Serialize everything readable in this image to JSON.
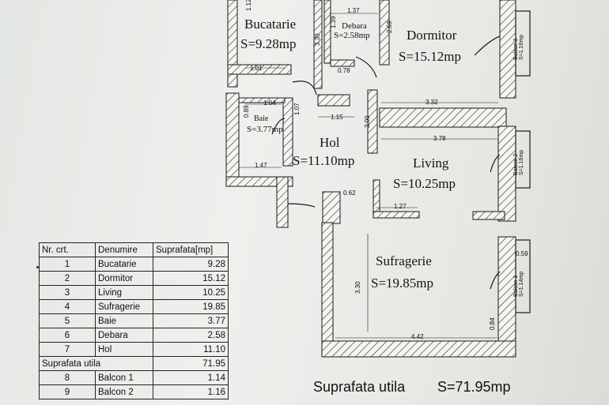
{
  "rooms": [
    {
      "name": "Bucatarie",
      "area": "S=9.28mp"
    },
    {
      "name": "Debara",
      "area": "S=2.58mp"
    },
    {
      "name": "Dormitor",
      "area": "S=15.12mp"
    },
    {
      "name": "Baie",
      "area": "S=3.77mp"
    },
    {
      "name": "Hol",
      "area": "S=11.10mp"
    },
    {
      "name": "Living",
      "area": "S=10.25mp"
    },
    {
      "name": "Sufragerie",
      "area": "S=19.85mp"
    }
  ],
  "balconies": [
    {
      "name": "Balcon 3",
      "area": "S=1.16mp"
    },
    {
      "name": "Balcon 2",
      "area": "S=1.16mp"
    },
    {
      "name": "Balcon 1",
      "area": "S=1.14mp"
    }
  ],
  "dimensions": {
    "d1_12": "1.12",
    "d1_37": "1.37",
    "d1_39": "1.39",
    "d3_30a": "3.30",
    "d2_69": "2.69",
    "d1_01": "1.01",
    "d0_78": "0.78",
    "d1_04": "1.04",
    "d0_89": "0.89",
    "d1_07": "1.07",
    "d1_15": "1.15",
    "d3_32": "3.32",
    "d2_00": "2.00",
    "d3_78": "3.78",
    "d1_47": "1.47",
    "d0_62": "0.62",
    "d1_27": "1.27",
    "d0_59": "0.59",
    "d3_30b": "3.30",
    "d0_84": "0.84",
    "d4_42": "4.42"
  },
  "table": {
    "headers": [
      "Nr. crt.",
      "Denumire",
      "Suprafata[mp]"
    ],
    "rows": [
      {
        "nr": "1",
        "name": "Bucatarie",
        "area": "9.28"
      },
      {
        "nr": "2",
        "name": "Dormitor",
        "area": "15.12"
      },
      {
        "nr": "3",
        "name": "Living",
        "area": "10.25"
      },
      {
        "nr": "4",
        "name": "Sufragerie",
        "area": "19.85"
      },
      {
        "nr": "5",
        "name": "Baie",
        "area": "3.77"
      },
      {
        "nr": "6",
        "name": "Debara",
        "area": "2.58"
      },
      {
        "nr": "7",
        "name": "Hol",
        "area": "11.10"
      }
    ],
    "total_label": "Suprafata utila",
    "total_value": "71.95",
    "balcony_rows": [
      {
        "nr": "8",
        "name": "Balcon 1",
        "area": "1.14"
      },
      {
        "nr": "9",
        "name": "Balcon 2",
        "area": "1.16"
      }
    ]
  },
  "footer": {
    "label": "Suprafata utila",
    "value": "S=71.95mp"
  }
}
